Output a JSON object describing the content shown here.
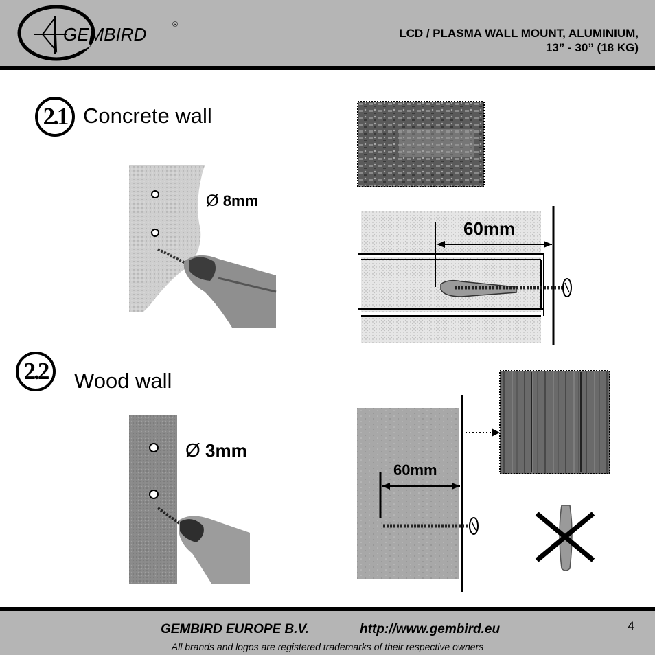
{
  "header": {
    "brand": "GEMBIRD",
    "registered_mark": "®",
    "title_line1": "LCD / PLASMA WALL MOUNT, ALUMINIUM,",
    "title_line2": "13” - 30” (18 KG)"
  },
  "sections": [
    {
      "number": "2.1",
      "title": "Concrete wall",
      "drill_diameter": "8mm",
      "anchor_depth": "60mm"
    },
    {
      "number": "2.2",
      "title": "Wood wall",
      "drill_diameter": "3mm",
      "screw_depth": "60mm"
    }
  ],
  "diameter_symbol": "Ø",
  "footer": {
    "company": "GEMBIRD EUROPE B.V.",
    "url": "http://www.gembird.eu",
    "note": "All brands and logos are registered trademarks of their respective owners",
    "page_number": "4"
  },
  "colors": {
    "header_bg": "#b5b5b5",
    "footer_bg": "#b5b5b5",
    "wall_gray": "#c8c8c8",
    "wood_gray": "#8a8a8a"
  }
}
